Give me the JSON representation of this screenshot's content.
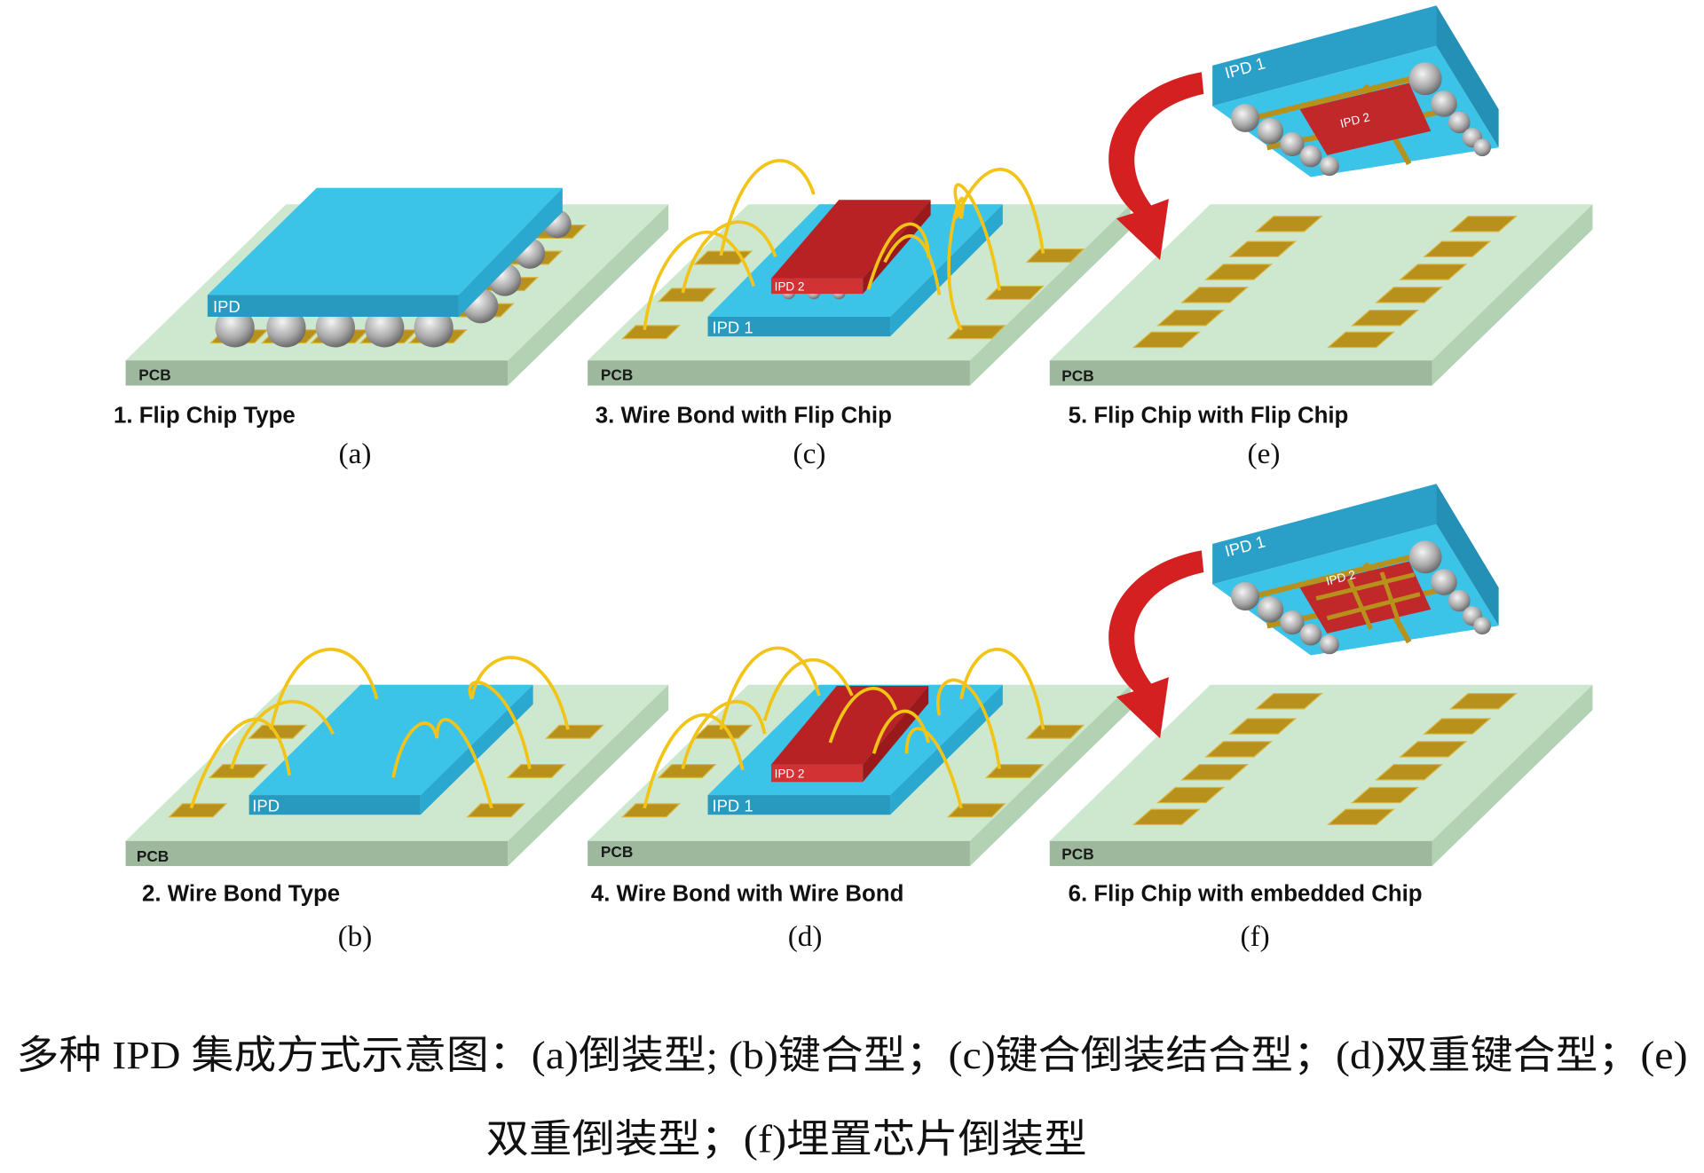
{
  "panels": [
    {
      "id": "a",
      "title": "1. Flip Chip Type",
      "letter": "(a)",
      "pcb": "PCB",
      "chips": [
        "IPD"
      ]
    },
    {
      "id": "b",
      "title": "2. Wire Bond Type",
      "letter": "(b)",
      "pcb": "PCB",
      "chips": [
        "IPD"
      ]
    },
    {
      "id": "c",
      "title": "3. Wire Bond with Flip Chip",
      "letter": "(c)",
      "pcb": "PCB",
      "chips": [
        "IPD 1",
        "IPD 2"
      ]
    },
    {
      "id": "d",
      "title": "4. Wire Bond with Wire Bond",
      "letter": "(d)",
      "pcb": "PCB",
      "chips": [
        "IPD 1",
        "IPD 2"
      ]
    },
    {
      "id": "e",
      "title": "5. Flip Chip with Flip Chip",
      "letter": "(e)",
      "pcb": "PCB",
      "chips": [
        "IPD 1",
        "IPD 2"
      ]
    },
    {
      "id": "f",
      "title": "6. Flip Chip with embedded Chip",
      "letter": "(f)",
      "pcb": "PCB",
      "chips": [
        "IPD 1",
        "IPD 2"
      ]
    }
  ],
  "caption": {
    "line1": "多种 IPD 集成方式示意图：(a)倒装型; (b)键合型；(c)键合倒装结合型；(d)双重键合型；(e)",
    "line2": "双重倒装型；(f)埋置芯片倒装型"
  },
  "colors": {
    "pcb": "#cde8cf",
    "chip": "#3cc3e8",
    "ipd2": "#c0282a",
    "wire": "#f2c417",
    "pad": "#b8901c",
    "arrow": "#d42020"
  }
}
